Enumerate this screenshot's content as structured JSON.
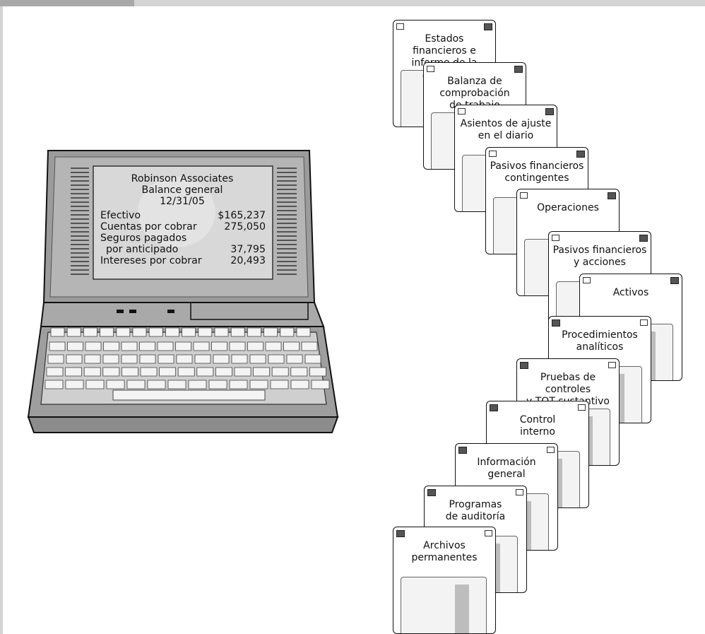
{
  "screen": {
    "company": "Robinson Associates",
    "report": "Balance general",
    "date": "12/31/05",
    "items": [
      {
        "label": "Efectivo",
        "amount": "$165,237"
      },
      {
        "label": "Cuentas por cobrar",
        "amount": "275,050"
      },
      {
        "label": "Seguros pagados",
        "amount": ""
      },
      {
        "label": "por anticipado",
        "amount": "37,795"
      },
      {
        "label": "Intereses por cobrar",
        "amount": "20,493"
      }
    ]
  },
  "disks": [
    {
      "lines": [
        "Estados financieros e",
        "informe de la auditoría"
      ]
    },
    {
      "lines": [
        "Balanza de",
        "comprobación",
        "de trabajo"
      ]
    },
    {
      "lines": [
        "Asientos de ajuste",
        "en el diario"
      ]
    },
    {
      "lines": [
        "Pasivos financieros",
        "contingentes"
      ]
    },
    {
      "lines": [
        "Operaciones"
      ]
    },
    {
      "lines": [
        "Pasivos financieros",
        "y acciones"
      ]
    },
    {
      "lines": [
        "Activos"
      ]
    },
    {
      "lines": [
        "Procedimientos",
        "analíticos"
      ]
    },
    {
      "lines": [
        "Pruebas de controles",
        "y TOT sustantivo"
      ]
    },
    {
      "lines": [
        "Control",
        "interno"
      ]
    },
    {
      "lines": [
        "Información",
        "general"
      ]
    },
    {
      "lines": [
        "Programas",
        "de auditoría"
      ]
    },
    {
      "lines": [
        "Archivos",
        "permanentes"
      ]
    }
  ]
}
